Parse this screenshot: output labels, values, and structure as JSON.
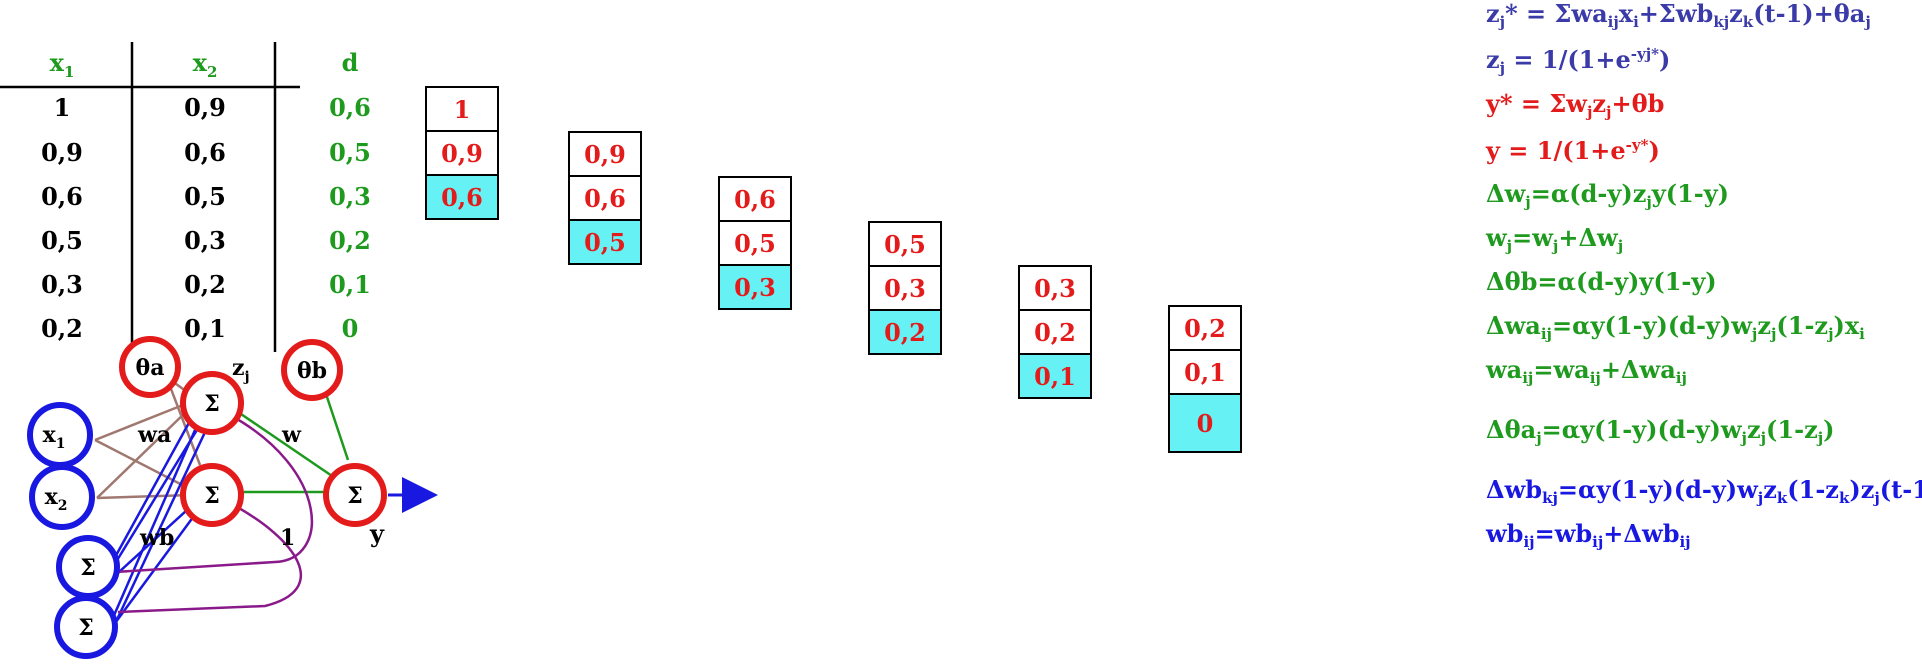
{
  "table": {
    "headers": {
      "x1_base": "x",
      "x1_sub": "1",
      "x2_base": "x",
      "x2_sub": "2",
      "d": "d"
    },
    "rows": [
      [
        "1",
        "0,9",
        "0,6"
      ],
      [
        "0,9",
        "0,6",
        "0,5"
      ],
      [
        "0,6",
        "0,5",
        "0,3"
      ],
      [
        "0,5",
        "0,3",
        "0,2"
      ],
      [
        "0,3",
        "0,2",
        "0,1"
      ],
      [
        "0,2",
        "0,1",
        "0"
      ]
    ]
  },
  "windows": [
    {
      "cells": [
        "1",
        "0,9",
        "0,6"
      ],
      "highlight": 2
    },
    {
      "cells": [
        "0,9",
        "0,6",
        "0,5"
      ],
      "highlight": 2
    },
    {
      "cells": [
        "0,6",
        "0,5",
        "0,3"
      ],
      "highlight": 2
    },
    {
      "cells": [
        "0,5",
        "0,3",
        "0,2"
      ],
      "highlight": 2
    },
    {
      "cells": [
        "0,3",
        "0,2",
        "0,1"
      ],
      "highlight": 2
    },
    {
      "cells": [
        "0,2",
        "0,1",
        "0"
      ],
      "highlight": 2
    }
  ],
  "network": {
    "theta_a": "θa",
    "theta_b": "θb",
    "sum_symbol": "Σ",
    "x1_base": "x",
    "x1_sub": "1",
    "x2_base": "x",
    "x2_sub": "2",
    "zj_base": "z",
    "zj_sub": "j",
    "wa_label": "wa",
    "w_label": "w",
    "wb_label": "wb",
    "one_label": "1",
    "y_label": "y"
  },
  "colors": {
    "input_nodes": "#1818e0",
    "hidden_nodes": "#e31b1b",
    "arrow": "#1818e0",
    "wa_lines": "#a07870",
    "w_lines": "#1e9a1e",
    "context_curves": "#8a1a8a",
    "highlight_cell": "#66f2f4",
    "value_red": "#e31b1b",
    "value_green": "#1e9a1e"
  }
}
